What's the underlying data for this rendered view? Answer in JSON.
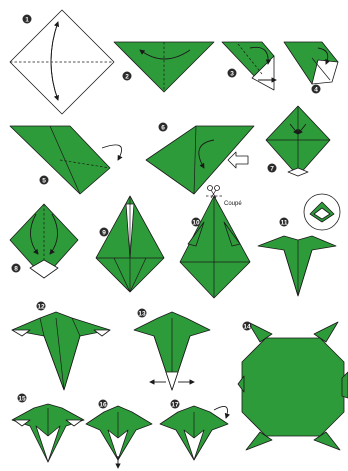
{
  "steps": [
    {
      "number": "1"
    },
    {
      "number": "2"
    },
    {
      "number": "3"
    },
    {
      "number": "4"
    },
    {
      "number": "5"
    },
    {
      "number": "6"
    },
    {
      "number": "7"
    },
    {
      "number": "8"
    },
    {
      "number": "9"
    },
    {
      "number": "10"
    },
    {
      "number": "11"
    },
    {
      "number": "12"
    },
    {
      "number": "13"
    },
    {
      "number": "14"
    },
    {
      "number": "15"
    },
    {
      "number": "16"
    },
    {
      "number": "17"
    }
  ],
  "annotations": {
    "cut_label": "Coupé"
  },
  "colors": {
    "paper_green": "#2e9b3a",
    "paper_white": "#ffffff",
    "badge": "#2b2b2b"
  },
  "icons": [
    "scissors-icon",
    "hollow-arrow-icon",
    "curved-arrow-icon"
  ]
}
